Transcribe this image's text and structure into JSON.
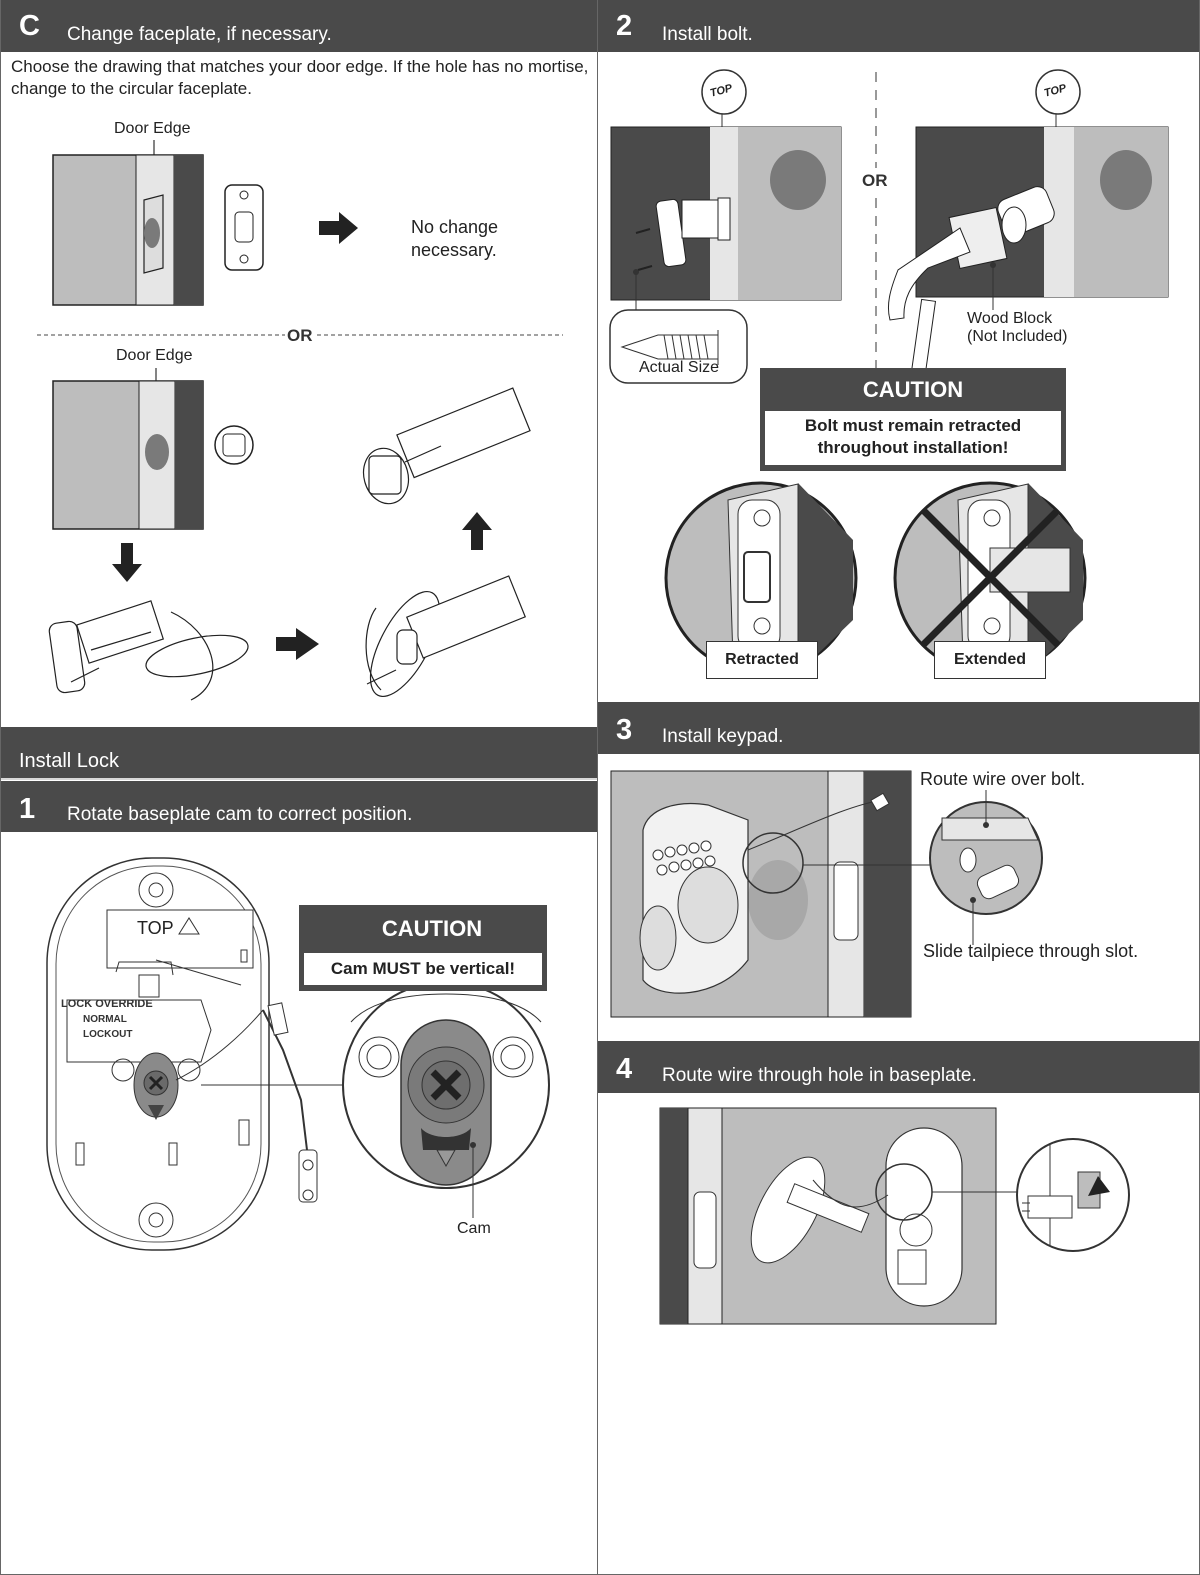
{
  "stepC": {
    "num": "C",
    "title": "Change faceplate, if necessary.",
    "intro": "Choose the drawing that matches your door edge. If the hole has no mortise, change to the circular faceplate.",
    "door_edge_label": "Door Edge",
    "no_change": "No change necessary.",
    "or_label": "OR"
  },
  "install_lock": {
    "header": "Install Lock",
    "step1": {
      "num": "1",
      "title": "Rotate baseplate cam to correct position.",
      "caution_title": "CAUTION",
      "caution_text": "Cam MUST be vertical!",
      "top_label": "TOP",
      "override_lines": [
        "LOCK OVERRIDE",
        "NORMAL",
        "LOCKOUT"
      ],
      "cam_label": "Cam"
    }
  },
  "step2": {
    "num": "2",
    "title": "Install bolt.",
    "top_tag": "TOP",
    "or_label": "OR",
    "actual_size": "Actual Size",
    "wood_block": "Wood Block",
    "not_included": "(Not Included)",
    "caution_title": "CAUTION",
    "caution_text": "Bolt must remain retracted throughout installation!",
    "retracted": "Retracted",
    "extended": "Extended"
  },
  "step3": {
    "num": "3",
    "title": "Install keypad.",
    "route_over": "Route wire over bolt.",
    "slide": "Slide tailpiece through slot."
  },
  "step4": {
    "num": "4",
    "title": "Route wire through hole in baseplate."
  }
}
